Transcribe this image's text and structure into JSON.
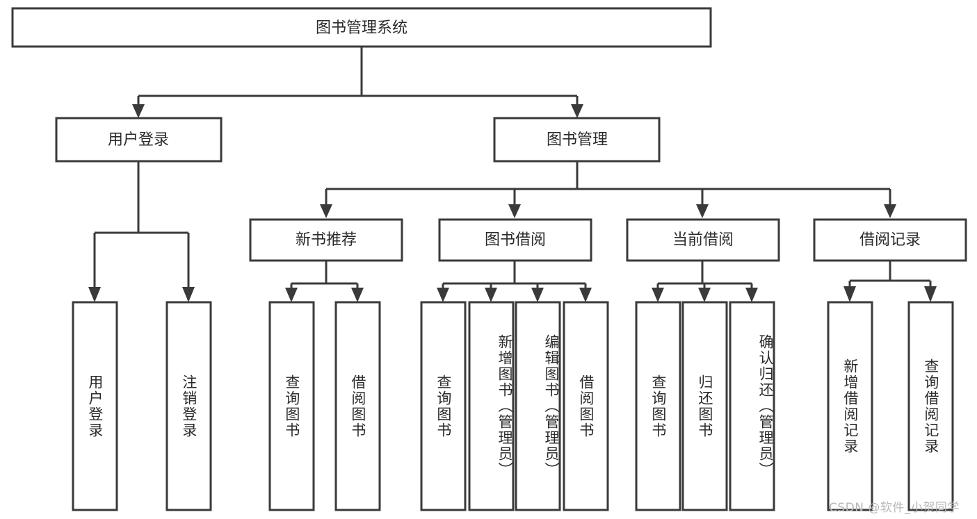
{
  "diagram": {
    "type": "tree",
    "title": "图书管理系统",
    "watermark": "CSDN @软件_小贺同学",
    "colors": {
      "background": "#ffffff",
      "box_fill": "#ffffff",
      "box_stroke": "#3a3a3a",
      "text": "#2b2b2b",
      "watermark": "#b8b8b8"
    },
    "root": {
      "label": "图书管理系统"
    },
    "level2": [
      {
        "label": "用户登录"
      },
      {
        "label": "图书管理"
      }
    ],
    "level3": [
      {
        "label": "新书推荐"
      },
      {
        "label": "图书借阅"
      },
      {
        "label": "当前借阅"
      },
      {
        "label": "借阅记录"
      }
    ],
    "leaves": {
      "user_login": [
        {
          "label": "用户登录"
        },
        {
          "label": "注销登录"
        }
      ],
      "new_book": [
        {
          "label": "查询图书"
        },
        {
          "label": "借阅图书"
        }
      ],
      "book_borrow": [
        {
          "label": "查询图书"
        },
        {
          "label": "新增图书（管理员）"
        },
        {
          "label": "编辑图书（管理员）"
        },
        {
          "label": "借阅图书"
        }
      ],
      "current_borrow": [
        {
          "label": "查询图书"
        },
        {
          "label": "归还图书"
        },
        {
          "label": "确认归还（管理员）"
        }
      ],
      "borrow_record": [
        {
          "label": "新增借阅记录"
        },
        {
          "label": "查询借阅记录"
        }
      ]
    }
  }
}
